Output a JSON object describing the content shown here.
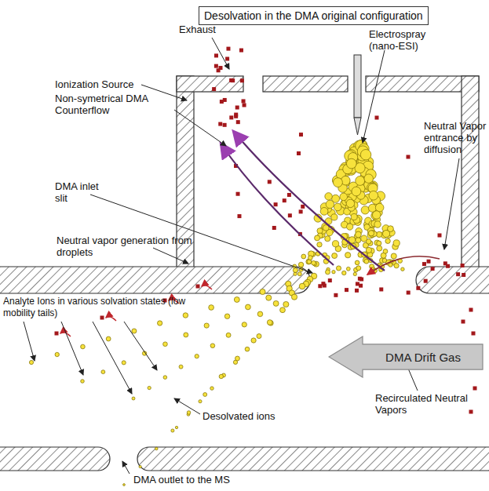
{
  "diagram": {
    "title": "Desolvation in the DMA original configuration",
    "nodes": [
      {
        "text": [
          "DMA Drift Gas"
        ]
      }
    ],
    "labels": [
      "Exhaust",
      "Electrospray (nano-ESI)",
      "Ionization Source",
      "Non-symetrical DMA Counterflow",
      "Neutral Vapor entrance by diffusion",
      "DMA inlet slit",
      "Neutral vapor generation from droplets",
      "Analyte Ions in various solvation states (low mobility tails)",
      "Recirculated Neutral Vapors",
      "Desolvated ions",
      "DMA outlet to the MS"
    ]
  }
}
